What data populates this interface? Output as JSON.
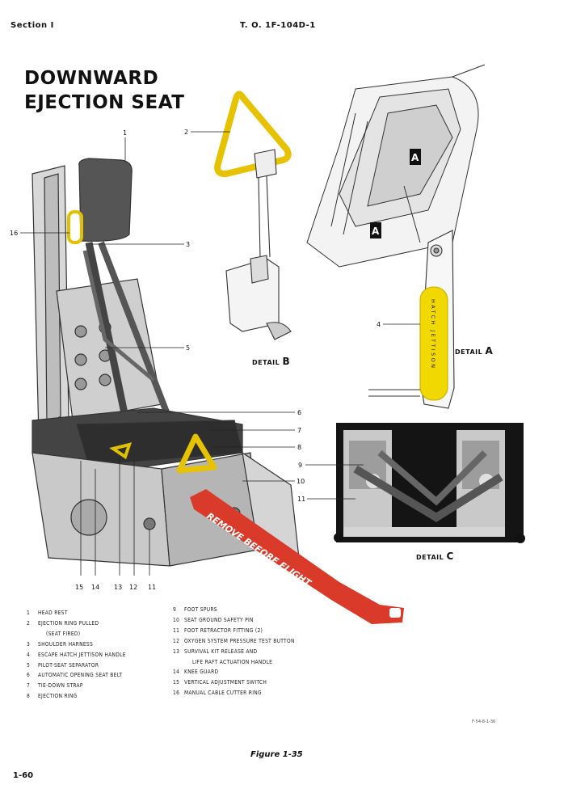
{
  "header": {
    "section": "Section I",
    "to": "T. O. 1F-104D-1"
  },
  "title": {
    "line1": "DOWNWARD",
    "line2": "EJECTION SEAT"
  },
  "details": {
    "a": {
      "word": "DETAIL",
      "letter": "A"
    },
    "b": {
      "word": "DETAIL",
      "letter": "B"
    },
    "c": {
      "word": "DETAIL",
      "letter": "C"
    },
    "marker": "A"
  },
  "hatch_label": "HATCH JETTISON",
  "streamer_text": "REMOVE BEFORE FLIGHT",
  "callouts": [
    "1",
    "2",
    "3",
    "4",
    "5",
    "6",
    "7",
    "8",
    "9",
    "10",
    "11",
    "12",
    "13",
    "14",
    "15",
    "16"
  ],
  "legend_left": [
    {
      "n": "1",
      "t": "HEAD REST"
    },
    {
      "n": "2",
      "t": "EJECTION RING PULLED"
    },
    {
      "n": "",
      "t": "(SEAT FIRED)"
    },
    {
      "n": "3",
      "t": "SHOULDER HARNESS"
    },
    {
      "n": "4",
      "t": "ESCAPE HATCH JETTISON HANDLE"
    },
    {
      "n": "5",
      "t": "PILOT-SEAT SEPARATOR"
    },
    {
      "n": "6",
      "t": "AUTOMATIC OPENING SEAT BELT"
    },
    {
      "n": "7",
      "t": "TIE-DOWN STRAP"
    },
    {
      "n": "8",
      "t": "EJECTION RING"
    }
  ],
  "legend_right": [
    {
      "n": "9",
      "t": "FOOT SPURS"
    },
    {
      "n": "10",
      "t": "SEAT GROUND SAFETY PIN"
    },
    {
      "n": "11",
      "t": "FOOT RETRACTOR FITTING (2)"
    },
    {
      "n": "12",
      "t": "OXYGEN SYSTEM PRESSURE TEST BUTTON"
    },
    {
      "n": "13",
      "t": "SURVIVAL KIT RELEASE AND"
    },
    {
      "n": "",
      "t": "LIFE RAFT ACTUATION HANDLE"
    },
    {
      "n": "14",
      "t": "KNEE GUARD"
    },
    {
      "n": "15",
      "t": "VERTICAL ADJUSTMENT SWITCH"
    },
    {
      "n": "16",
      "t": "MANUAL CABLE CUTTER RING"
    }
  ],
  "figure_caption": "Figure 1-35",
  "figure_number": "F-54-8-1-36",
  "page_number": "1-60"
}
